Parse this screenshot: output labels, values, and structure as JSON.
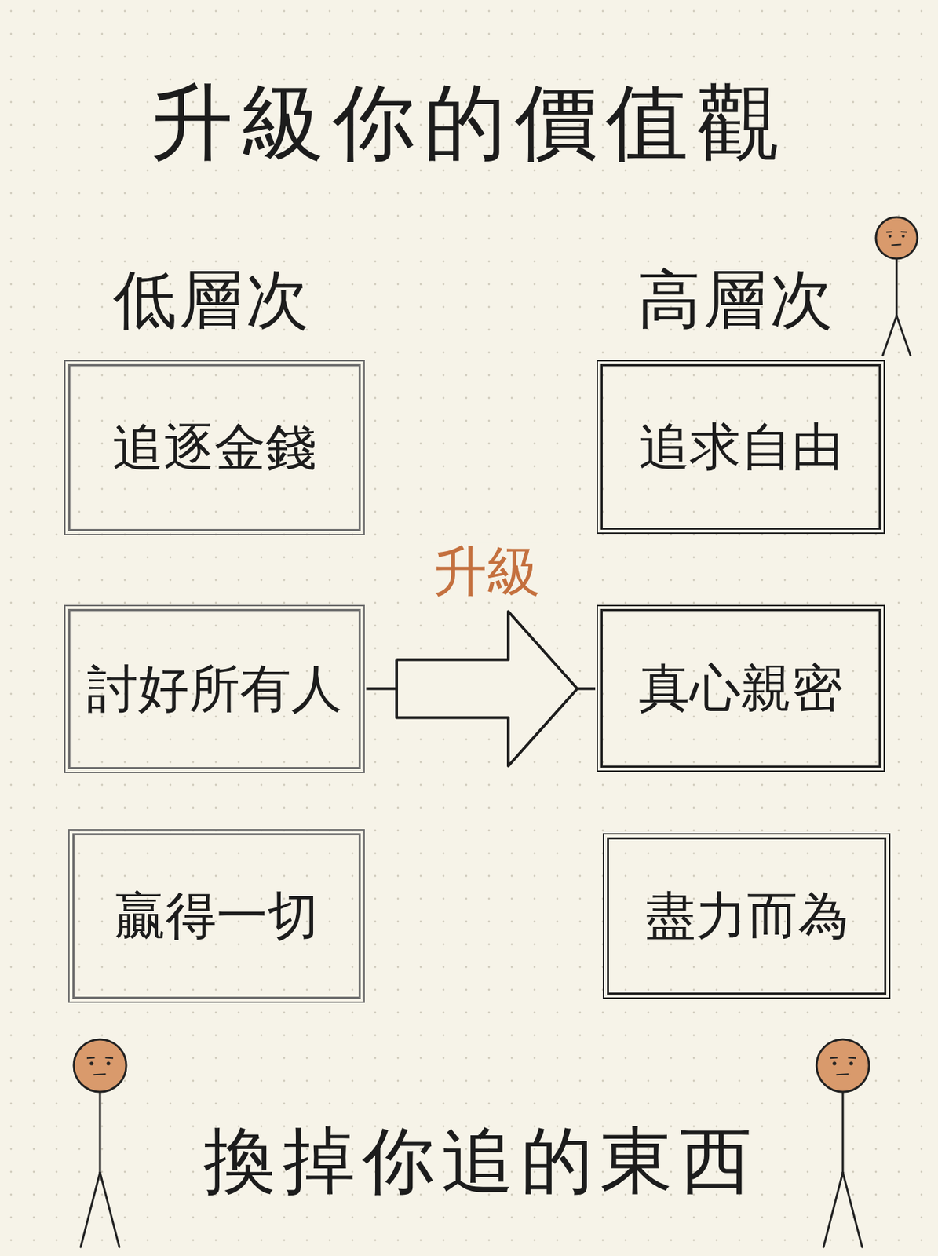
{
  "diagram": {
    "title": "升級你的價值觀",
    "nodes": [
      {
        "text": [
          "追逐金錢"
        ]
      },
      {
        "text": [
          "追求自由"
        ]
      },
      {
        "text": [
          "討好所有人"
        ]
      },
      {
        "text": [
          "真心親密"
        ]
      },
      {
        "text": [
          "贏得一切"
        ]
      },
      {
        "text": [
          "盡力而為"
        ]
      }
    ],
    "edges": [
      {
        "from": 2,
        "to": 3,
        "arrow": "to",
        "label": "升級"
      }
    ],
    "labels": [
      "低層次",
      "高層次",
      "換掉你追的東西"
    ]
  }
}
